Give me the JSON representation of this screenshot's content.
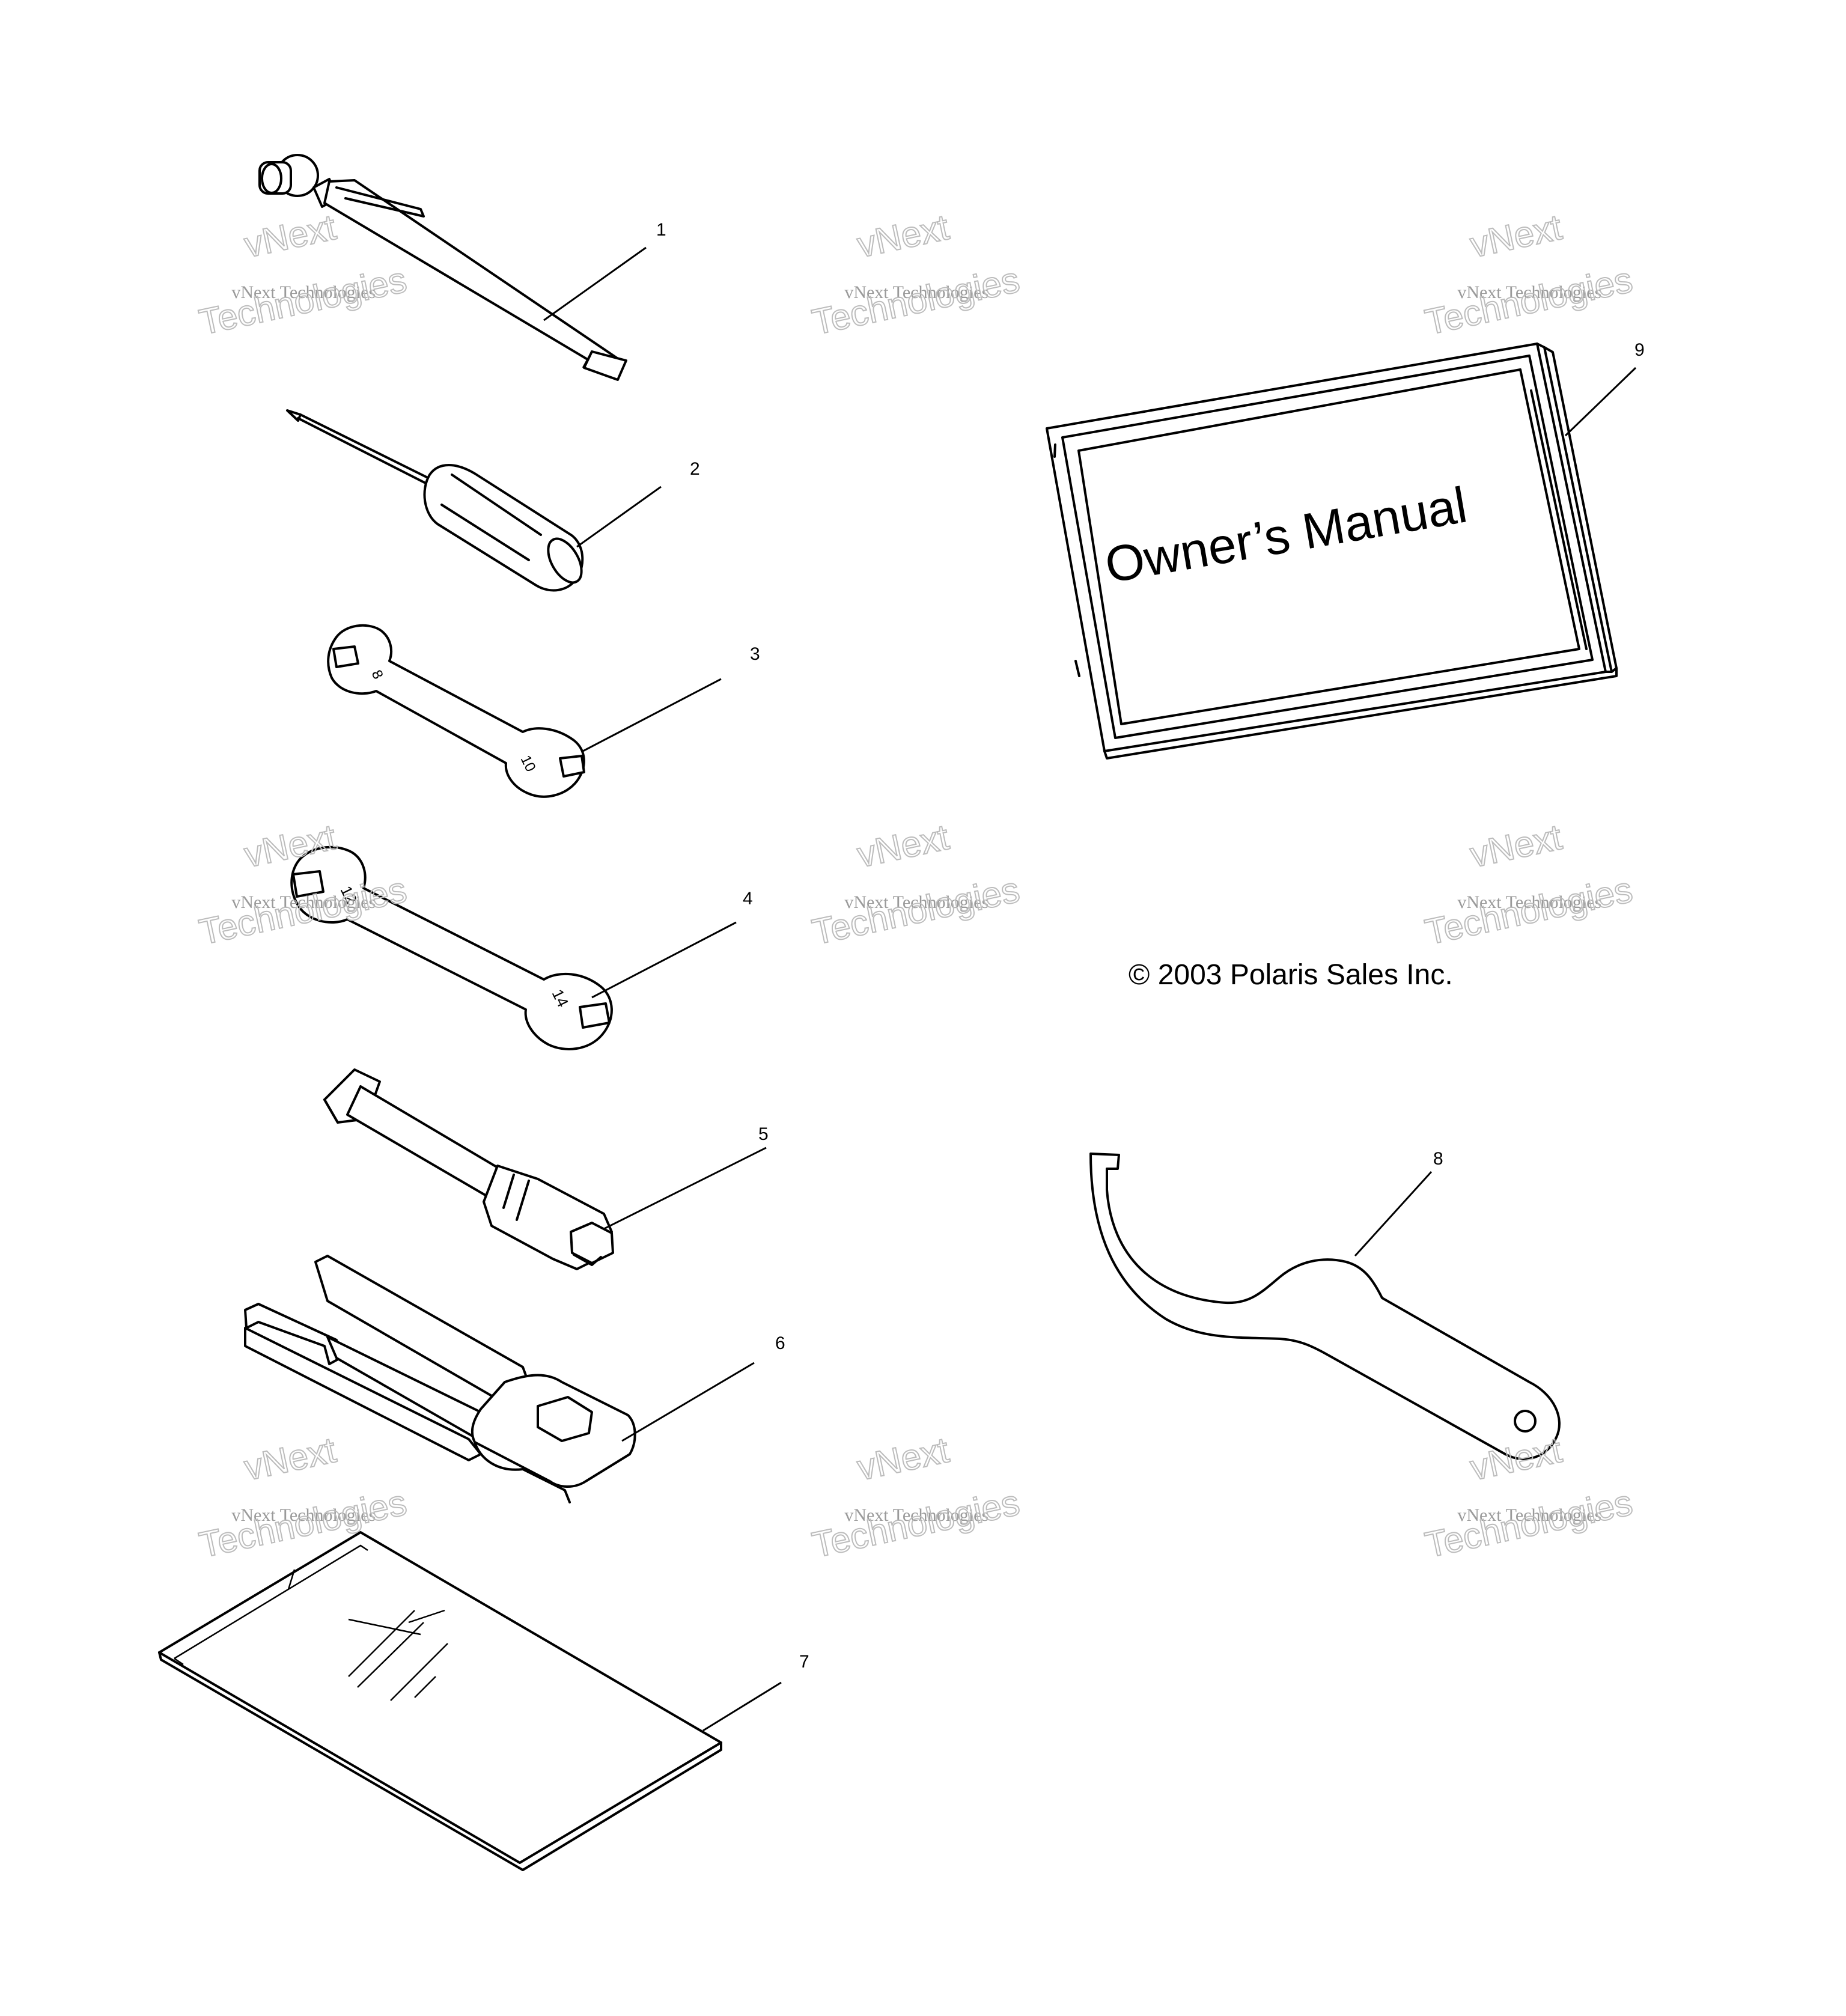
{
  "diagram": {
    "callouts": [
      "1",
      "2",
      "3",
      "4",
      "5",
      "6",
      "7",
      "8",
      "9"
    ],
    "manual_cover_text": "Owner’s Manual",
    "copyright": "© 2003 Polaris Sales Inc.",
    "wrench_marks": {
      "item3_small_end": "8",
      "item3_large_end": "10",
      "item4_small_end": "12",
      "item4_large_end": "14"
    }
  },
  "watermark": {
    "brand": "vNext",
    "line1": "vNext Technologies",
    "line2": "Technologies",
    "color": "#9a9a9a"
  }
}
